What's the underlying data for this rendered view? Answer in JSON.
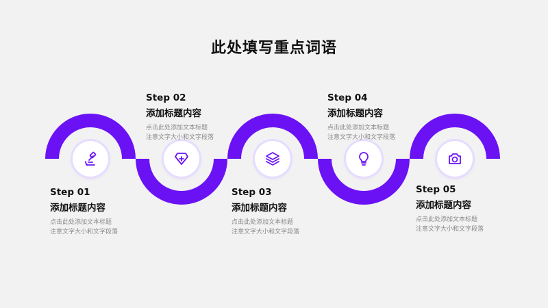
{
  "title": "此处填写重点词语",
  "accent_color": "#6b12f5",
  "steps": [
    {
      "label": "Step 01",
      "heading": "添加标题内容",
      "desc_line1": "点击此处添加文本标题",
      "desc_line2": "注意文字大小和文字段落",
      "icon": "microscope-icon"
    },
    {
      "label": "Step 02",
      "heading": "添加标题内容",
      "desc_line1": "点击此处添加文本标题",
      "desc_line2": "注意文字大小和文字段落",
      "icon": "gem-add-icon"
    },
    {
      "label": "Step 03",
      "heading": "添加标题内容",
      "desc_line1": "点击此处添加文本标题",
      "desc_line2": "注意文字大小和文字段落",
      "icon": "layers-icon"
    },
    {
      "label": "Step 04",
      "heading": "添加标题内容",
      "desc_line1": "点击此处添加文本标题",
      "desc_line2": "注意文字大小和文字段落",
      "icon": "lightbulb-icon"
    },
    {
      "label": "Step 05",
      "heading": "添加标题内容",
      "desc_line1": "点击此处添加文本标题",
      "desc_line2": "注意文字大小和文字段落",
      "icon": "camera-icon"
    }
  ]
}
